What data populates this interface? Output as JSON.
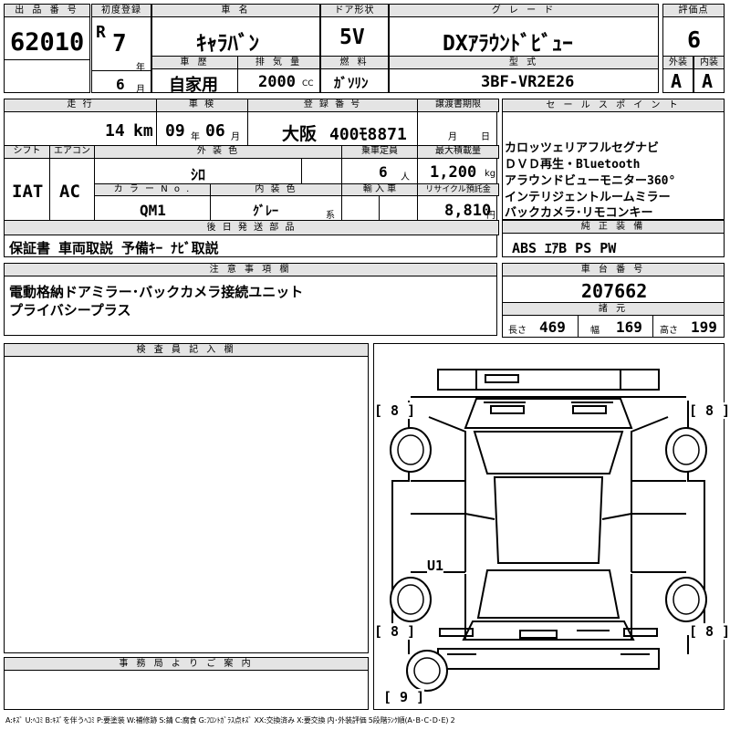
{
  "header": {
    "lot_no_label": "出 品 番 号",
    "lot_no": "62010",
    "first_reg_label": "初度登録",
    "era": "R",
    "year": "7",
    "year_unit": "年",
    "month": "6",
    "month_unit": "月",
    "car_name_label": "車 名",
    "car_name": "ｷｬﾗﾊﾞﾝ",
    "door_label": "ドア形状",
    "door": "5V",
    "grade_label": "グ レ ー ド",
    "grade": "DXｱﾗｳﾝﾄﾞﾋﾞｭｰ",
    "score_label": "評価点",
    "score": "6",
    "history_label": "車 歴",
    "history": "自家用",
    "displacement_label": "排 気 量",
    "displacement": "2000",
    "displacement_unit": "CC",
    "fuel_label": "燃 料",
    "fuel": "ｶﾞｿﾘﾝ",
    "model_label": "型 式",
    "model": "3BF-VR2E26",
    "exterior_label": "外装",
    "exterior": "A",
    "interior_label": "内装",
    "interior": "A"
  },
  "mid": {
    "mileage_label": "走 行",
    "mileage": "14",
    "mileage_unit": "km",
    "inspection_label": "車 検",
    "insp_year": "09",
    "insp_year_unit": "年",
    "insp_month": "06",
    "insp_month_unit": "月",
    "reg_no_label": "登 録 番 号",
    "reg_area": "大阪",
    "reg_no": "400ﾓ8871",
    "delivery_label": "譲渡書期限",
    "delivery_month": "月",
    "delivery_day": "日",
    "shift_label": "シフト",
    "shift": "IAT",
    "ac_label": "エアコン",
    "ac": "AC",
    "color_label": "外 装 色",
    "color": "ｼﾛ",
    "capacity_label": "乗車定員",
    "capacity": "6",
    "capacity_unit": "人",
    "max_load_label": "最大積載量",
    "max_load": "1,200",
    "max_load_unit": "kg",
    "color_no_label": "カ ラ ー N o .",
    "color_no": "QM1",
    "interior_color_label": "内 装 色",
    "interior_color": "ｸﾞﾚｰ",
    "interior_color_suffix": "系",
    "import_label": "輸 入 車",
    "recycle_label": "リサイクル預託金",
    "recycle": "8,810",
    "recycle_unit": "円"
  },
  "sales_points": {
    "label": "セ ー ル ス ポ イ ン ト",
    "lines": [
      "カロッツェリアフルセグナビ",
      "ＤＶＤ再生・Bluetooth",
      "アラウンドビューモニター360°",
      "インテリジェントルームミラー",
      "バックカメラ･リモコンキー"
    ]
  },
  "later_parts": {
    "label": "後 日 発 送 部 品",
    "value": "保証書 車両取説 予備ｷｰ ﾅﾋﾞ取説"
  },
  "genuine": {
    "label": "純 正 装 備",
    "value": "ABS ｴｱB PS PW"
  },
  "notes": {
    "label": "注 意 事 項 欄",
    "lines": [
      "電動格納ドアミラー･バックカメラ接続ユニット",
      "プライバシープラス"
    ]
  },
  "chassis": {
    "label": "車 台 番 号",
    "value": "207662",
    "dims_label": "諸 元",
    "length_label": "長さ",
    "length": "469",
    "width_label": "幅",
    "width": "169",
    "height_label": "高さ",
    "height": "199"
  },
  "inspector": {
    "label": "検 査 員 記 入 欄"
  },
  "office": {
    "label": "事 務 局 よ り ご 案 内"
  },
  "diagram": {
    "tire_fl": "[ 8 ]",
    "tire_fr": "[ 8 ]",
    "tire_rl": "[ 8 ]",
    "tire_rr": "[ 8 ]",
    "spare": "[ 9 ]",
    "mark_u1": "U1"
  },
  "legend": "A:ｷｽﾞ U:ﾍｺﾐ B:ｷｽﾞを伴うﾍｺﾐ P:要塗装 W:補修跡 S:錆 C:腐食 G:ﾌﾛﾝﾄｶﾞﾗｽ点ｷｽﾞ XX:交換済み X:要交換 内･外装評価 5段階ﾗﾝｸ順(A･B･C･D･E) 2"
}
